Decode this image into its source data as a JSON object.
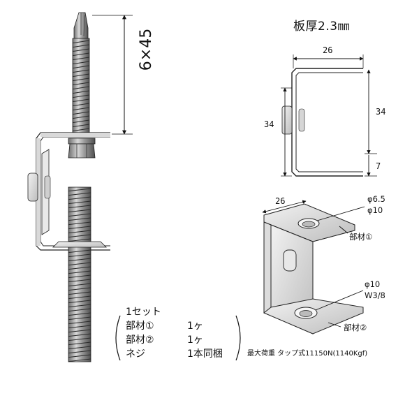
{
  "screw_dimension": "6×45",
  "plate_thickness": "板厚2.3㎜",
  "top_view": {
    "width": "26",
    "height_left": "34",
    "height_right": "34",
    "lip": "7"
  },
  "iso_view": {
    "width": "26",
    "top_hole": {
      "line1": "φ6.5",
      "line2": "φ10"
    },
    "part1_label": "部材①",
    "bottom_hole": {
      "line1": "φ10",
      "line2": "W3/8"
    },
    "part2_label": "部材②"
  },
  "set_list": {
    "heading": "1セット",
    "rows": [
      {
        "name": "部材①",
        "qty": "1ヶ"
      },
      {
        "name": "部材②",
        "qty": "1ヶ"
      },
      {
        "name": "ネジ",
        "qty": "1本同梱"
      }
    ]
  },
  "max_load": "最大荷重 タップ式11150N(1140Kgf)"
}
